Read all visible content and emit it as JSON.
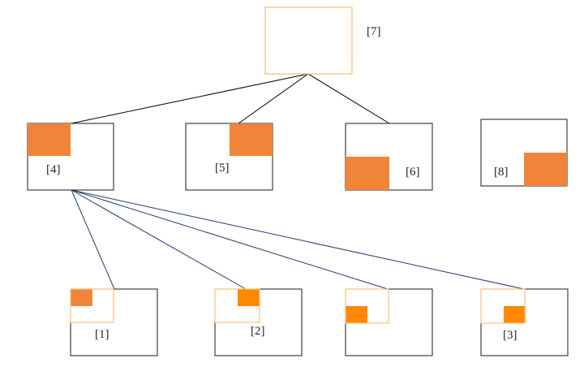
{
  "diagram": {
    "colors": {
      "box_stroke": "#1a1a1a",
      "root_stroke": "#f9c07a",
      "fill_main": "#f0853a",
      "fill_bright": "#ff8800",
      "edge_top": "#000000",
      "edge_bottom": "#1f3b6e"
    },
    "nodes": {
      "n7": {
        "label": "[7]"
      },
      "n4": {
        "label": "[4]"
      },
      "n5": {
        "label": "[5]"
      },
      "n6": {
        "label": "[6]"
      },
      "n8": {
        "label": "[8]"
      },
      "n1": {
        "label": "[1]"
      },
      "n2": {
        "label": "[2]"
      },
      "n3b": {
        "label": ""
      },
      "n3": {
        "label": "[3]"
      }
    },
    "edges": [
      {
        "from": "n7",
        "to": "n4"
      },
      {
        "from": "n7",
        "to": "n5"
      },
      {
        "from": "n7",
        "to": "n6"
      },
      {
        "from": "n4",
        "to": "n1"
      },
      {
        "from": "n4",
        "to": "n2"
      },
      {
        "from": "n4",
        "to": "n3b"
      },
      {
        "from": "n4",
        "to": "n3"
      }
    ]
  }
}
